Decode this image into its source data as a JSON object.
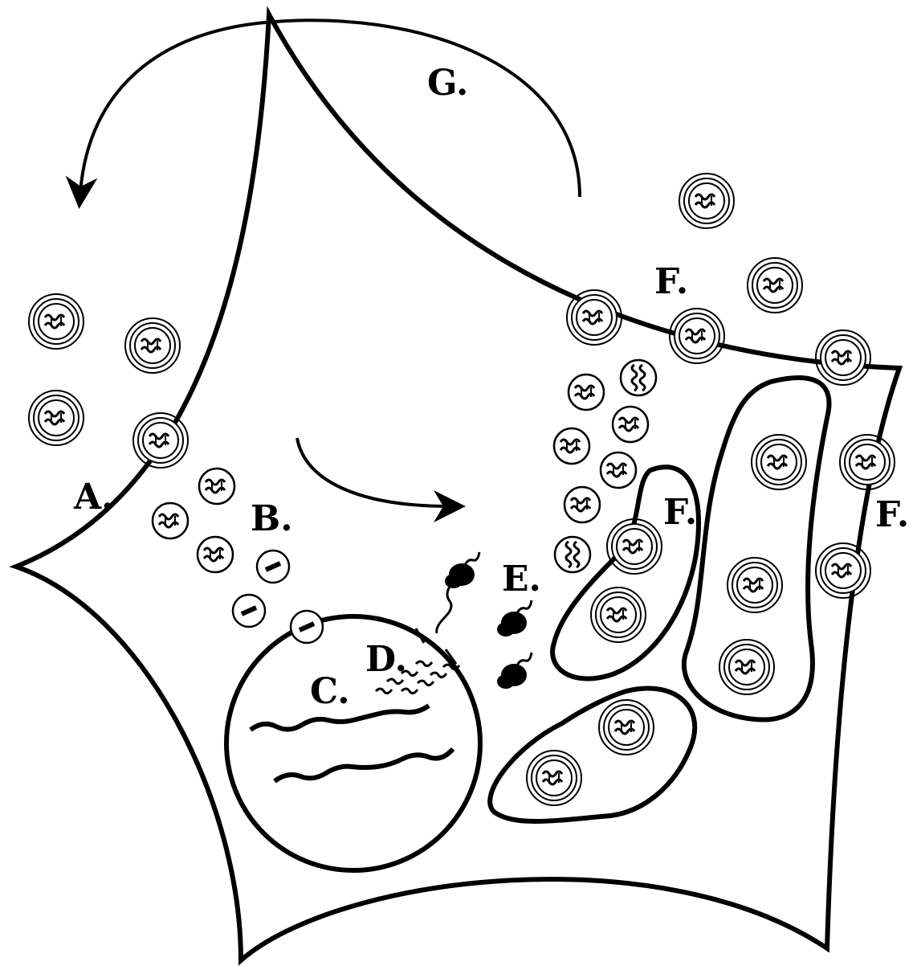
{
  "labels": {
    "a": "A.",
    "b": "B.",
    "c": "C.",
    "d": "D.",
    "e": "E.",
    "f1": "F.",
    "f2": "F.",
    "f3": "F.",
    "g": "G."
  },
  "colors": {
    "ink": "#000000",
    "background": "#ffffff"
  }
}
